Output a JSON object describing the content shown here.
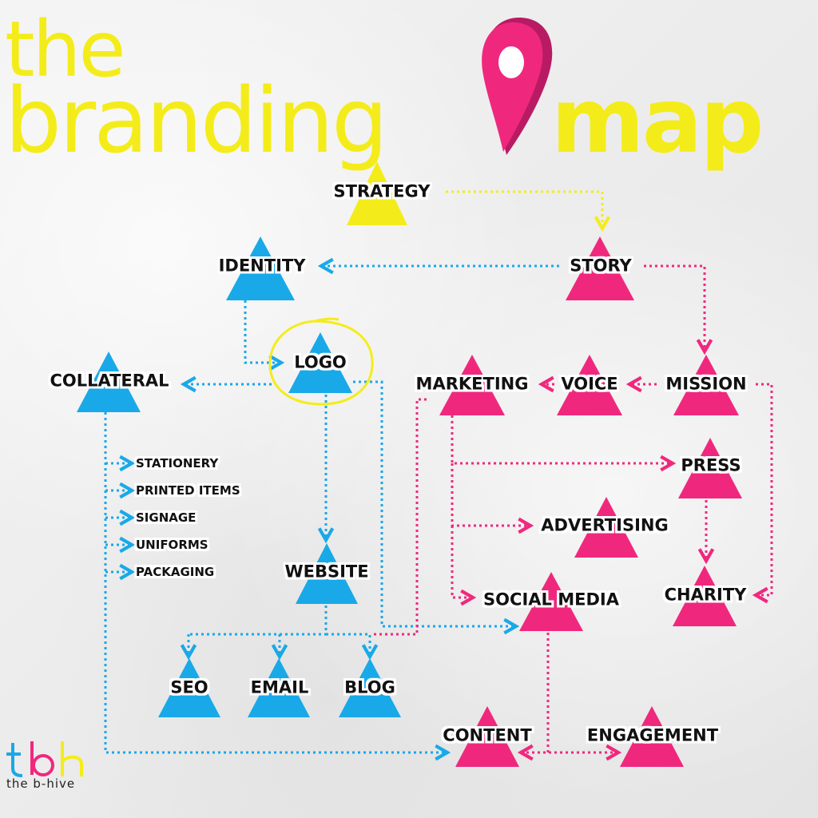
{
  "title": {
    "line1": "the",
    "line2": "branding",
    "line3": "map"
  },
  "colors": {
    "yellow": "#f4ec1a",
    "blue": "#19a9e8",
    "pink": "#f0287d"
  },
  "nodes": {
    "strategy": "STRATEGY",
    "story": "STORY",
    "identity": "IDENTITY",
    "logo": "LOGO",
    "collateral": "COLLATERAL",
    "marketing": "MARKETING",
    "voice": "VOICE",
    "mission": "MISSION",
    "press": "PRESS",
    "advertising": "ADVERTISING",
    "social_media": "SOCIAL MEDIA",
    "charity": "CHARITY",
    "website": "WEBSITE",
    "seo": "SEO",
    "email": "EMAIL",
    "blog": "BLOG",
    "content": "CONTENT",
    "engagement": "ENGAGEMENT"
  },
  "collateral_items": [
    "STATIONERY",
    "PRINTED ITEMS",
    "SIGNAGE",
    "UNIFORMS",
    "PACKAGING"
  ],
  "brand_logo": {
    "mark": "tbh",
    "wordmark": "the b-hive"
  }
}
